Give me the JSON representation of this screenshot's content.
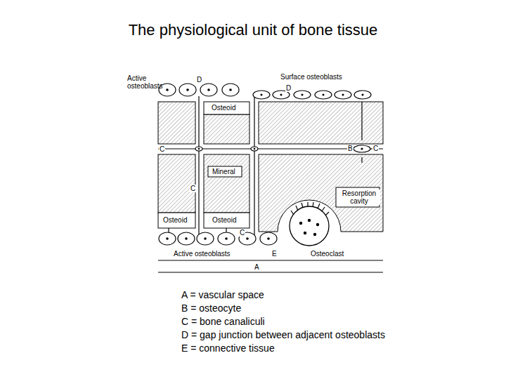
{
  "diagram": {
    "title": "The physiological unit of bone tissue",
    "labels": [
      "Active osteoblasts",
      "D",
      "Surface osteoblasts",
      "D",
      "Osteoid",
      "C",
      "B",
      "C",
      "Mineral",
      "C",
      "Resorption cavity",
      "Osteoid",
      "Osteoid",
      "C",
      "Active osteoblasts",
      "E",
      "Osteoclast",
      "A"
    ],
    "legend": [
      {
        "text": "A = vascular space"
      },
      {
        "text": "B = osteocyte"
      },
      {
        "text": "C = bone canaliculi"
      },
      {
        "text": "D = gap junction between adjacent osteoblasts"
      },
      {
        "text": "E = connective tissue"
      }
    ]
  }
}
